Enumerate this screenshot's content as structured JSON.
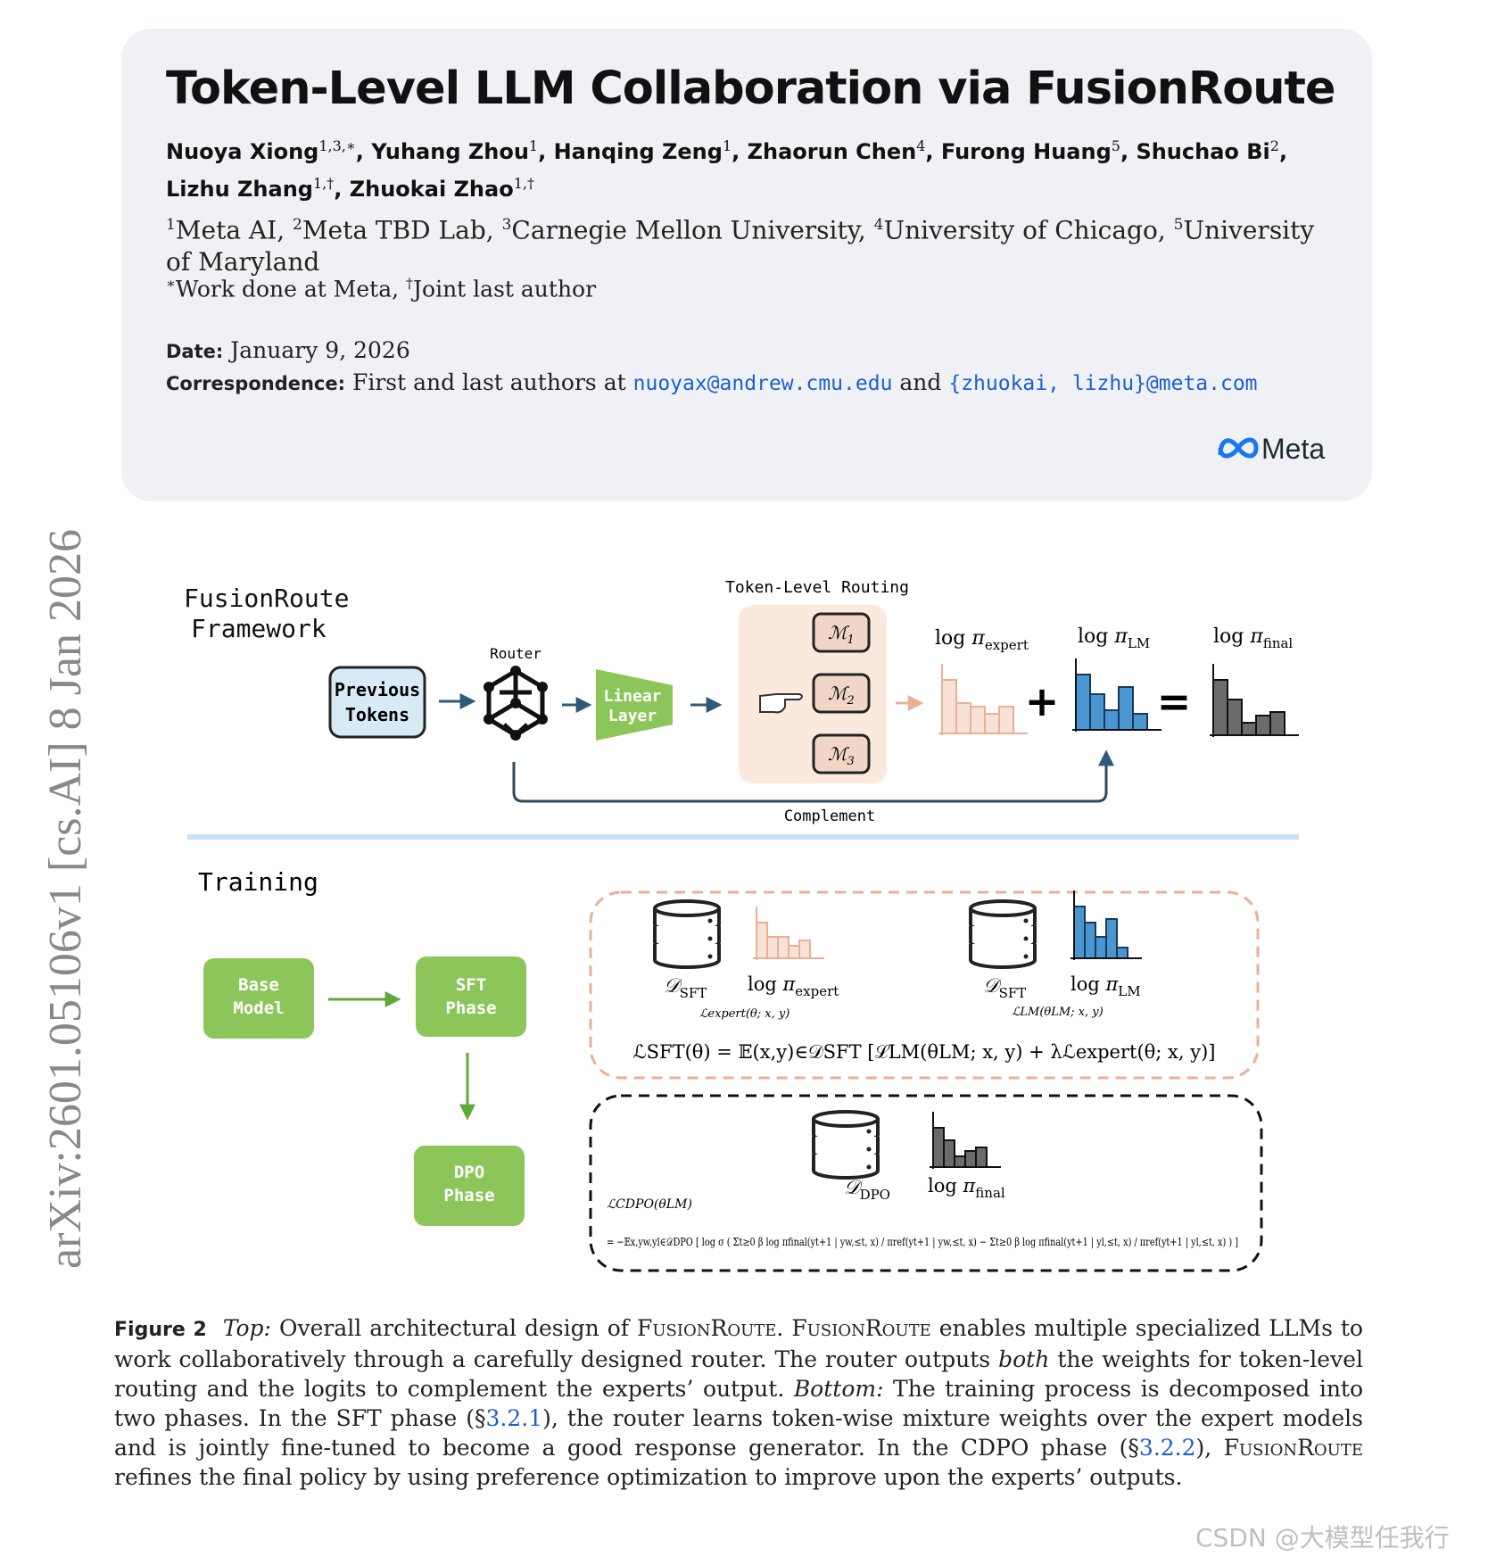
{
  "arxiv_stamp": "arXiv:2601.05106v1  [cs.AI]  8 Jan 2026",
  "header": {
    "title": "Token-Level LLM Collaboration via FusionRoute",
    "authors": [
      {
        "name": "Nuoya Xiong",
        "sup": "1,3,∗"
      },
      {
        "name": "Yuhang Zhou",
        "sup": "1"
      },
      {
        "name": "Hanqing Zeng",
        "sup": "1"
      },
      {
        "name": "Zhaorun Chen",
        "sup": "4"
      },
      {
        "name": "Furong Huang",
        "sup": "5"
      },
      {
        "name": "Shuchao Bi",
        "sup": "2"
      },
      {
        "name": "Lizhu Zhang",
        "sup": "1,†"
      },
      {
        "name": "Zhuokai Zhao",
        "sup": "1,†"
      }
    ],
    "affiliations": [
      {
        "sup": "1",
        "name": "Meta AI"
      },
      {
        "sup": "2",
        "name": "Meta TBD Lab"
      },
      {
        "sup": "3",
        "name": "Carnegie Mellon University"
      },
      {
        "sup": "4",
        "name": "University of Chicago"
      },
      {
        "sup": "5",
        "name": "University of Maryland"
      }
    ],
    "note_star": "Work done at Meta,",
    "note_dagger": "Joint last author",
    "date_label": "Date:",
    "date": "January 9, 2026",
    "corr_label": "Correspondence:",
    "corr_text": "First and last authors at",
    "corr_email1": "nuoyax@andrew.cmu.edu",
    "corr_and": "and",
    "corr_email2": "{zhuokai, lizhu}@meta.com",
    "logo_text": "Meta"
  },
  "figure": {
    "top": {
      "title_line1": "FusionRoute",
      "title_line2": "Framework",
      "input_line1": "Previous",
      "input_line2": "Tokens",
      "router_label": "Router",
      "linear_line1": "Linear",
      "linear_line2": "Layer",
      "routing_label": "Token-Level Routing",
      "experts": [
        "M1",
        "M2",
        "M3"
      ],
      "plus": "+",
      "equals": "=",
      "complement_label": "Complement",
      "dist_labels": {
        "expert": "expert",
        "lm": "LM",
        "final": "final"
      }
    },
    "bottom": {
      "title": "Training",
      "base_line1": "Base",
      "base_line2": "Model",
      "sft_line1": "SFT",
      "sft_line2": "Phase",
      "dpo_line1": "DPO",
      "dpo_line2": "Phase",
      "d_sft": "SFT",
      "d_dpo": "DPO",
      "loss_expert": "expert(θ; x, y)",
      "loss_lm": "LM(θLM; x, y)",
      "sft_equation": "ℒSFT(θ) = 𝔼(x,y)∈𝒟SFT [ℒLM(θLM; x, y) + λℒexpert(θ; x, y)]",
      "cdpo_label": "ℒCDPO(θLM)",
      "cdpo_equation": "= −𝔼x,yw,yl∈𝒟DPO [ log σ ( Σt≥0 β log πfinal(yt+1 | yw,≤t, x) / πref(yt+1 | yw,≤t, x) − Σt≥0 β log πfinal(yt+1 | yl,≤t, x) / πref(yt+1 | yl,≤t, x) ) ]"
    }
  },
  "caption": {
    "label": "Figure 2",
    "top": "Top:",
    "s1a": "Overall architectural design of",
    "name": "FusionRoute",
    "s1b": ".",
    "s2": "enables multiple specialized LLMs to work collaboratively through a carefully designed router. The router outputs",
    "both": "both",
    "s3": "the weights for token-level routing and the logits to complement the experts’ output.",
    "bottom": "Bottom:",
    "s4": "The training process is decomposed into two phases. In the SFT phase (§",
    "ref1": "3.2.1",
    "s5": "), the router learns token-wise mixture weights over the expert models and is jointly fine-tuned to become a good response generator. In the CDPO phase (§",
    "ref2": "3.2.2",
    "s6": "),",
    "s7": "refines the final policy by using preference optimization to improve upon the experts’ outputs."
  },
  "watermark": "CSDN @大模型任我行",
  "colors": {
    "card": "#f0f1f5",
    "link": "#1a5fd1",
    "green": "#8cc65b",
    "input_box": "#d7ebf7",
    "routing_panel": "#fbe9dd",
    "expert_hist": "#f4cdb9",
    "lm_hist": "#4b96d1",
    "final_hist": "#6b6b6b",
    "divider": "#c7e1f3"
  }
}
